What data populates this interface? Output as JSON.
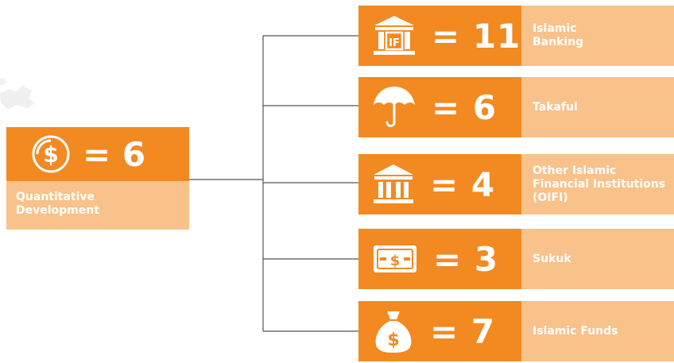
{
  "main": {
    "icon": "dollar-coin-icon",
    "value_text": "= 6",
    "label": "Quantitative\nDevelopment"
  },
  "items": [
    {
      "icon": "islamic-finance-bank-icon",
      "value_text": "= 11",
      "label": "Islamic\nBanking"
    },
    {
      "icon": "umbrella-icon",
      "value_text": "= 6",
      "label": "Takaful"
    },
    {
      "icon": "institution-building-icon",
      "value_text": "= 4",
      "label": "Other Islamic\nFinancial Institutions\n(OIFI)"
    },
    {
      "icon": "banknote-icon",
      "value_text": "= 3",
      "label": "Sukuk"
    },
    {
      "icon": "money-bag-icon",
      "value_text": "= 7",
      "label": "Islamic Funds"
    }
  ],
  "bank_icon_text": "IF",
  "colors": {
    "dark_orange": "#f28a21",
    "light_orange": "#f9c28a",
    "line": "#555555"
  }
}
